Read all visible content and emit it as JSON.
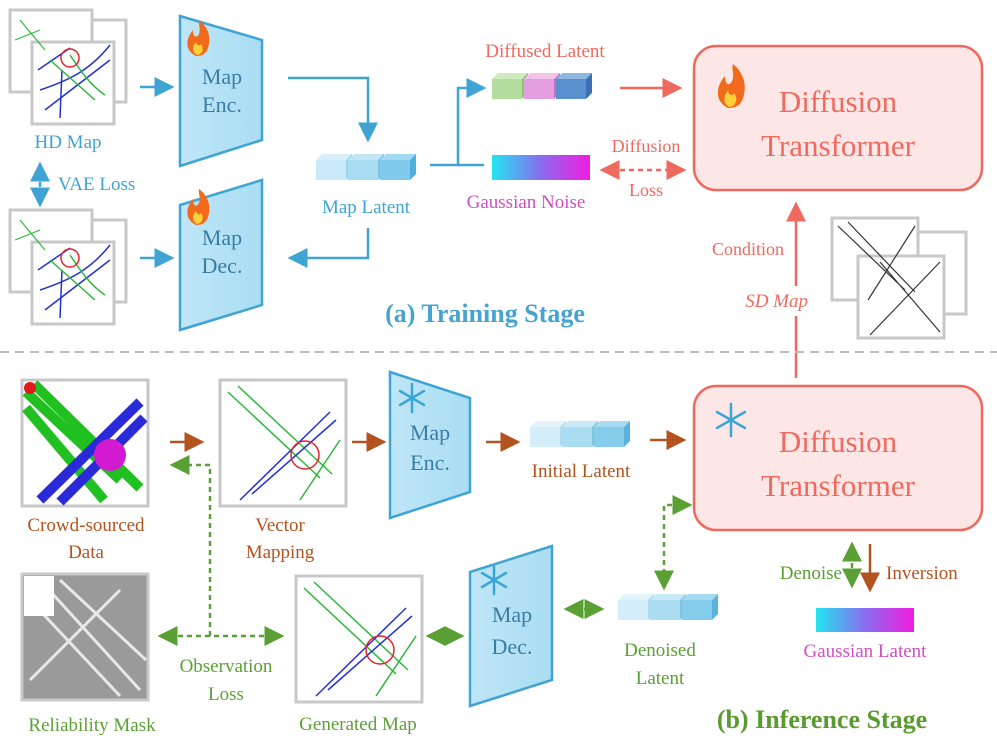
{
  "training": {
    "title": "(a) Training Stage",
    "hd_map": "HD Map",
    "vae_loss": "VAE Loss",
    "map_enc": [
      "Map",
      "Enc."
    ],
    "map_dec": [
      "Map",
      "Dec."
    ],
    "map_latent": "Map Latent",
    "diffused_latent": "Diffused Latent",
    "gaussian_noise": "Gaussian Noise",
    "diffusion_loss": [
      "Diffusion",
      "Loss"
    ],
    "dit": [
      "Diffusion",
      "Transformer"
    ],
    "condition": "Condition",
    "sd_map": "SD Map"
  },
  "inference": {
    "title": "(b) Inference Stage",
    "crowd": [
      "Crowd-sourced",
      "Data"
    ],
    "vector_mapping": [
      "Vector",
      "Mapping"
    ],
    "map_enc": [
      "Map",
      "Enc."
    ],
    "map_dec": [
      "Map",
      "Dec."
    ],
    "initial_latent": "Initial Latent",
    "dit": [
      "Diffusion",
      "Transformer"
    ],
    "denoise": "Denoise",
    "inversion": "Inversion",
    "gaussian_latent": "Gaussian Latent",
    "denoised_latent": [
      "Denoised",
      "Latent"
    ],
    "observation_loss": [
      "Observation",
      "Loss"
    ],
    "reliability_mask": "Reliability Mask",
    "generated_map": "Generated Map"
  },
  "colors": {
    "blue": "#3fa4d4",
    "red": "#ee6a5f",
    "brown": "#b3531f",
    "green": "#5aa034",
    "pink": "#d04ec4",
    "title_blue": "#45a4cf",
    "title_green": "#5a9a2f"
  }
}
